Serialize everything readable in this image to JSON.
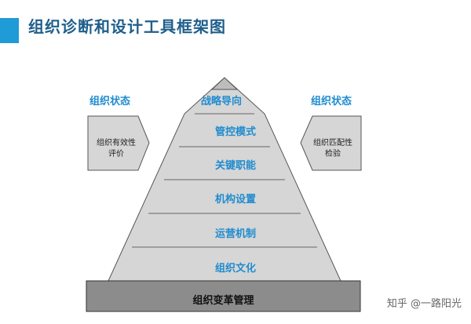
{
  "header": {
    "title": "组织诊断和设计工具框架图"
  },
  "labels": {
    "left_state": "组织状态",
    "top_orientation": "战略导向",
    "right_state": "组织状态"
  },
  "pyramid": {
    "levels": [
      "管控模式",
      "关键职能",
      "机构设置",
      "运营机制",
      "组织文化"
    ],
    "base": "组织变革管理"
  },
  "side_panels": {
    "left": {
      "line1": "组织有效性",
      "line2": "评价"
    },
    "right": {
      "line1": "组织匹配性",
      "line2": "检验"
    }
  },
  "watermark": "知乎 @一路阳光",
  "colors": {
    "accent": "#1f9bd7",
    "pyramid_fill": "#d6d6d6",
    "base_fill": "#8c8c8c",
    "label_blue": "#1f8ccf"
  }
}
